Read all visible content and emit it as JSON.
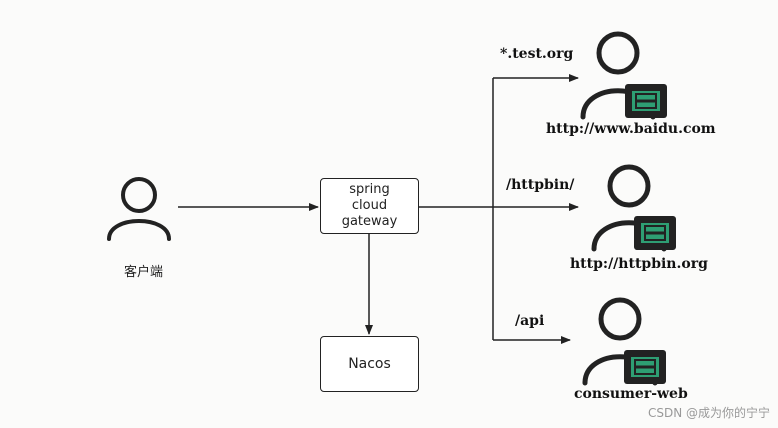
{
  "client": {
    "label": "客户端"
  },
  "gateway": {
    "line1": "spring",
    "line2": "cloud",
    "line3": "gateway"
  },
  "registry": {
    "label": "Nacos"
  },
  "routes": [
    {
      "path": "*.test.org",
      "target": "http://www.baidu.com"
    },
    {
      "path": "/httpbin/",
      "target": "http://httpbin.org"
    },
    {
      "path": "/api",
      "target": "consumer-web"
    }
  ],
  "watermark": "CSDN @成为你的宁宁",
  "colors": {
    "server_badge": "#2e9e73",
    "stroke": "#222222"
  }
}
